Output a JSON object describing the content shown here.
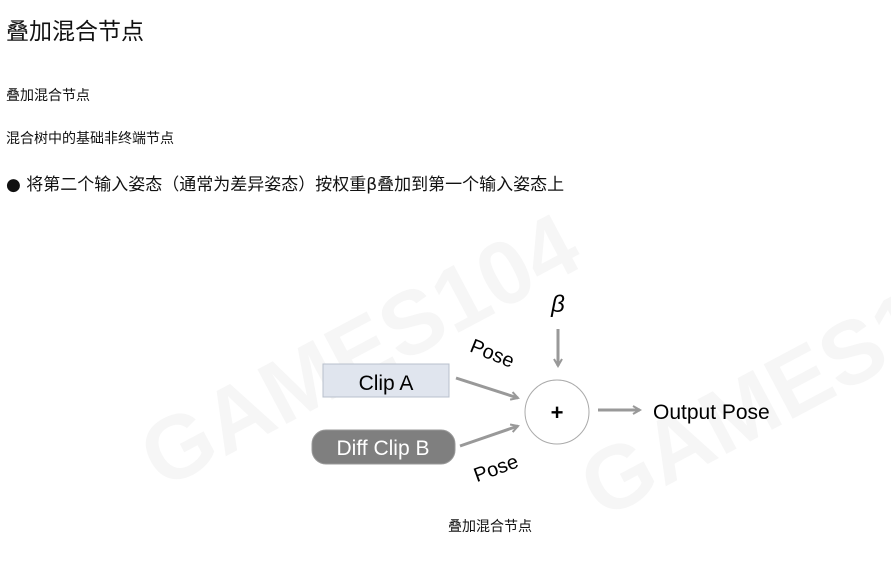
{
  "title": "叠加混合节点",
  "subtitle": "叠加混合节点",
  "description": "混合树中的基础非终端节点",
  "bullet": "将第二个输入姿态（通常为差异姿态）按权重β叠加到第一个输入姿态上",
  "watermark": "GAMES104",
  "diagram": {
    "clip_a": "Clip A",
    "clip_b": "Diff Clip B",
    "pose_top": "Pose",
    "pose_bottom": "Pose",
    "weight": "β",
    "operator": "+",
    "output": "Output Pose"
  },
  "caption": "叠加混合节点"
}
